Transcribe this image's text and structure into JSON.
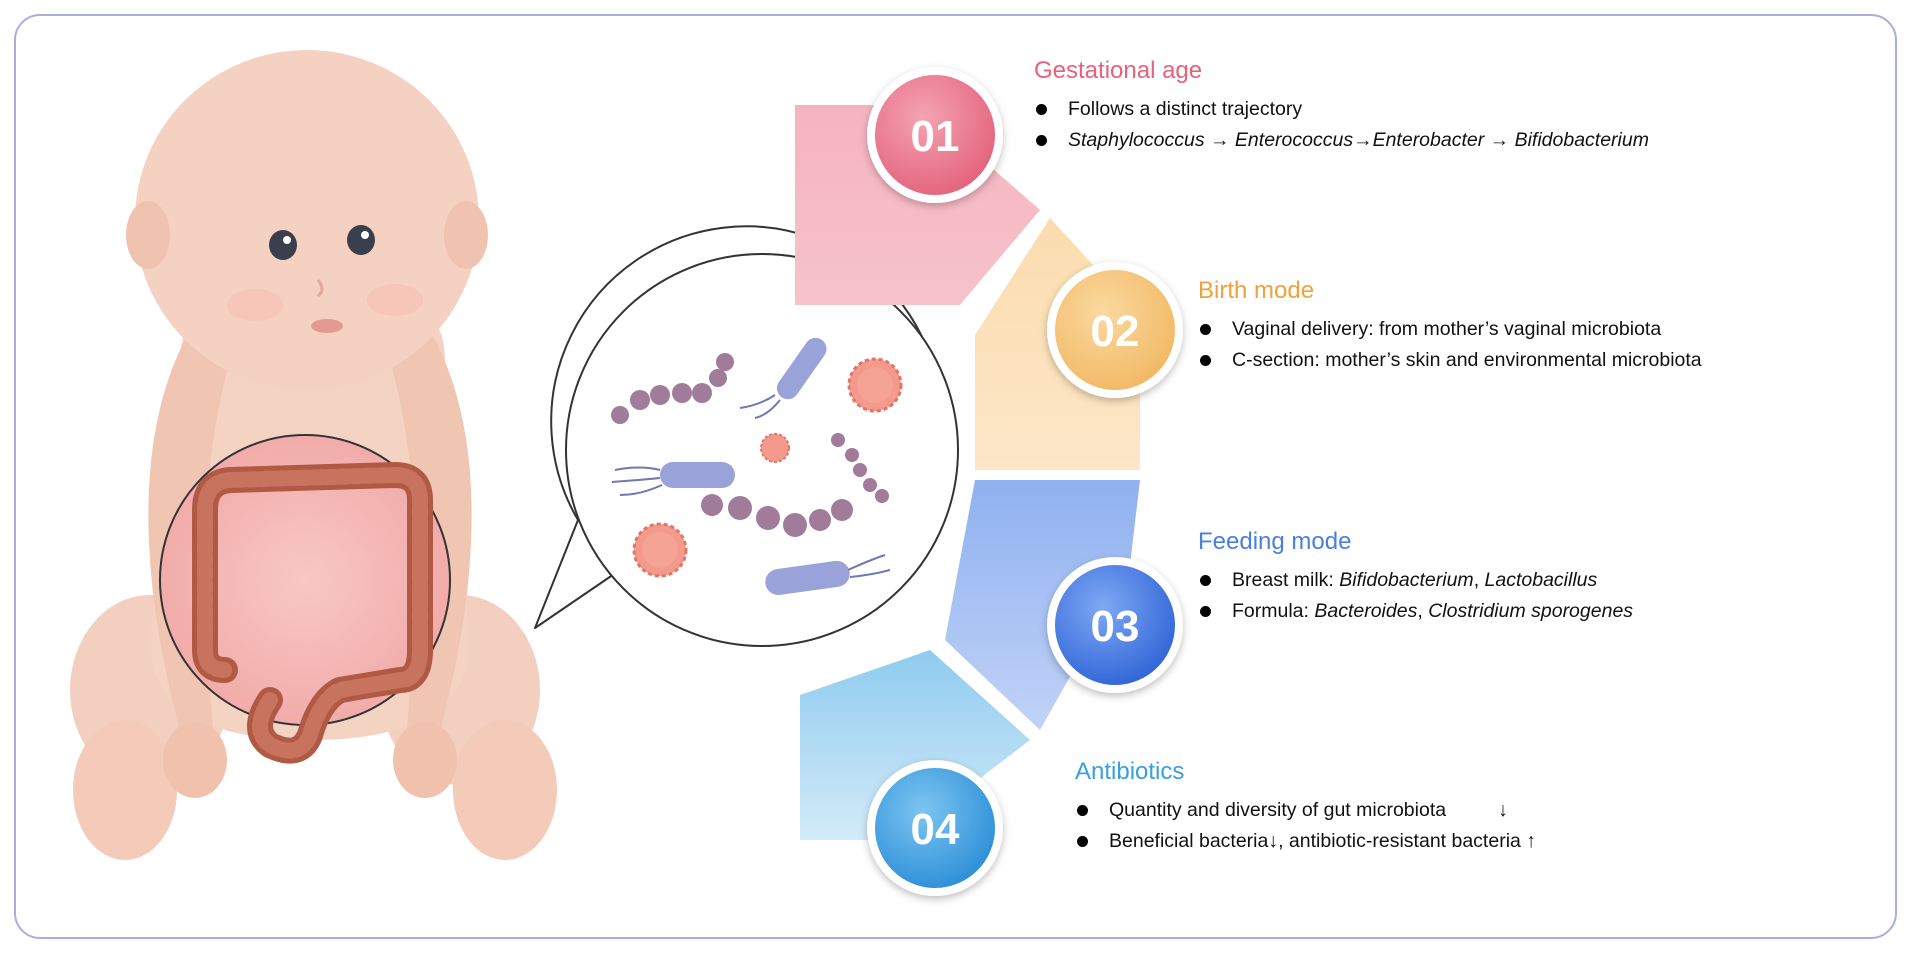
{
  "factors": [
    {
      "number": "01",
      "title": "Gestational age",
      "color": "#e8617a",
      "lines": [
        {
          "text": "Follows a distinct trajectory"
        },
        {
          "italic": "Staphylococcus",
          "arrow1": " → ",
          "italic2": "Enterococcus",
          "arrow2": "→",
          "italic3": "Enterobacter",
          "arrow3": " → ",
          "italic4": "Bifidobacterium"
        }
      ]
    },
    {
      "number": "02",
      "title": "Birth mode",
      "color": "#f0a13a",
      "lines": [
        {
          "text": "Vaginal delivery: from mother’s vaginal microbiota"
        },
        {
          "text": "C-section: mother’s skin and environmental microbiota"
        }
      ]
    },
    {
      "number": "03",
      "title": "Feeding mode",
      "color": "#4a7fe0",
      "lines": [
        {
          "prefix": "Breast milk: ",
          "italic": "Bifidobacterium",
          "sep": ", ",
          "italic2": "Lactobacillus"
        },
        {
          "prefix": "Formula: ",
          "italic": "Bacteroides",
          "sep": ", ",
          "italic2": "Clostridium sporogenes"
        }
      ]
    },
    {
      "number": "04",
      "title": "Antibiotics",
      "color": "#3a9fde",
      "lines": [
        {
          "text": "Quantity and diversity of gut microbiota",
          "arrow": "↓"
        },
        {
          "text": "Beneficial bacteria↓,  antibiotic-resistant bacteria ",
          "arrow": "↑"
        }
      ]
    }
  ]
}
